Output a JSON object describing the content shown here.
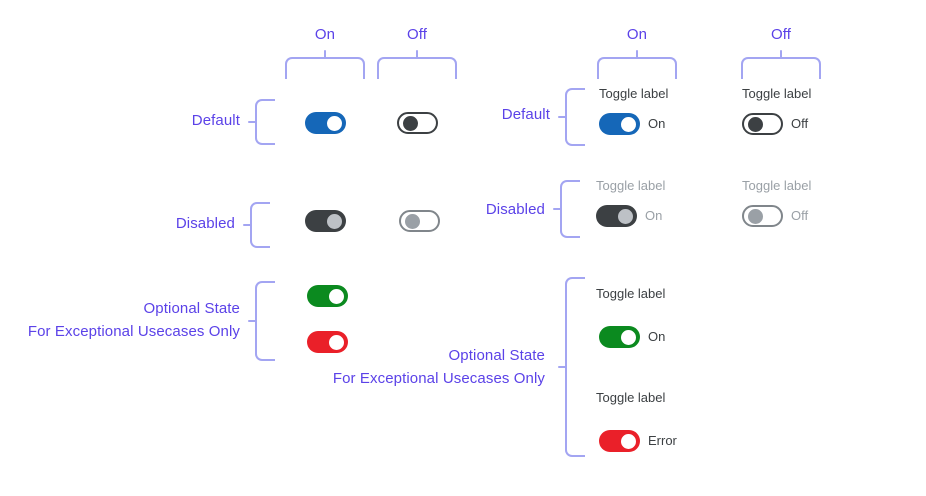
{
  "page": {
    "title": "Toggle switch specification sheet",
    "accent_annotation": "#5b42e8",
    "accent_bracket": "#a3a5f2",
    "toggle_on_color": "#1567b8",
    "toggle_off_color": "#3c4043",
    "toggle_disabled_color": "#9aa0a6",
    "toggle_success_color": "#0b8a1f",
    "toggle_error_color": "#ea2029",
    "label_color": "#3c4043"
  },
  "column_headers": {
    "left_group": [
      {
        "label": "On"
      },
      {
        "label": "Off"
      }
    ],
    "right_group": [
      {
        "label": "On"
      },
      {
        "label": "Off"
      }
    ]
  },
  "row_labels": {
    "left_group": [
      {
        "label": "Default"
      },
      {
        "label": "Disabled"
      },
      {
        "label_line_1": "Optional State",
        "label_line_2": "For Exceptional Usecases Only"
      }
    ],
    "right_group": [
      {
        "label": "Default"
      },
      {
        "label": "Disabled"
      },
      {
        "label_line_1": "Optional State",
        "label_line_2": "For Exceptional Usecases Only"
      }
    ]
  },
  "toggles": {
    "bare": {
      "default_on": {
        "state": "on",
        "color": "blue"
      },
      "default_off": {
        "state": "off",
        "color": "dark-outline"
      },
      "disabled_on": {
        "state": "on",
        "color": "dark-filled"
      },
      "disabled_off": {
        "state": "off",
        "color": "gray-outline"
      },
      "optional_green": {
        "state": "on",
        "color": "green"
      },
      "optional_red": {
        "state": "on",
        "color": "red"
      }
    },
    "labeled": {
      "default_on": {
        "label": "Toggle label",
        "state_text": "On",
        "state": "on",
        "color": "blue"
      },
      "default_off": {
        "label": "Toggle label",
        "state_text": "Off",
        "state": "off",
        "color": "dark-outline"
      },
      "disabled_on": {
        "label": "Toggle label",
        "state_text": "On",
        "state": "on",
        "color": "dark-filled"
      },
      "disabled_off": {
        "label": "Toggle label",
        "state_text": "Off",
        "state": "off",
        "color": "gray-outline"
      },
      "optional_green": {
        "label": "Toggle label",
        "state_text": "On",
        "state": "on",
        "color": "green"
      },
      "optional_red": {
        "label": "Toggle label",
        "state_text": "Error",
        "state": "on",
        "color": "red"
      }
    }
  }
}
